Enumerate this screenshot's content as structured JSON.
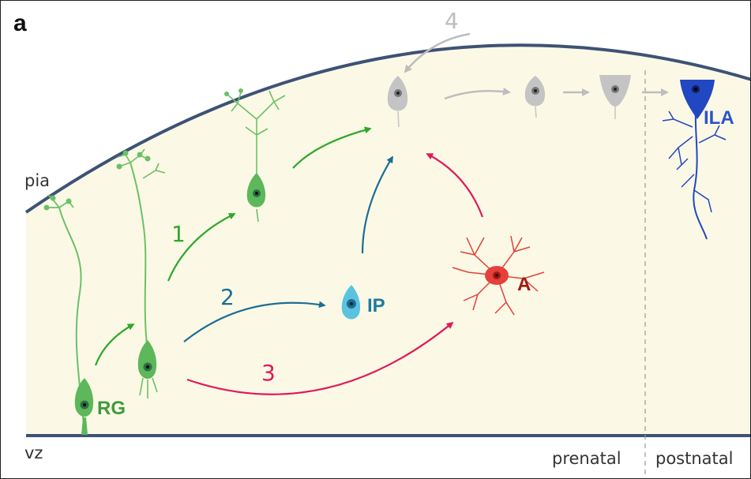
{
  "panel_label": "a",
  "zones": {
    "top": "pia",
    "bottom": "vz"
  },
  "periods": {
    "before": "prenatal",
    "after": "postnatal"
  },
  "pathways": [
    {
      "label": "1",
      "color": "#2ea82a"
    },
    {
      "label": "2",
      "color": "#1c6e93"
    },
    {
      "label": "3",
      "color": "#e0195a"
    },
    {
      "label": "4",
      "color": "#bdbdbd"
    }
  ],
  "cells": {
    "rg": {
      "label": "RG",
      "color": "#3f9a3c"
    },
    "ip": {
      "label": "IP",
      "color": "#1c7aa0"
    },
    "a": {
      "label": "A",
      "color": "#a11a14"
    },
    "ila": {
      "label": "ILA",
      "color": "#2c54c8"
    }
  },
  "colors": {
    "tissue": "#fbf9e6",
    "surface_line": "#3d5275",
    "green_cell": "#5cb85a",
    "grey_cell": "#c4c4c4",
    "astro_red": "#e5403a",
    "ila_blue": "#2247c2",
    "ip_cyan": "#5bc3e0"
  }
}
